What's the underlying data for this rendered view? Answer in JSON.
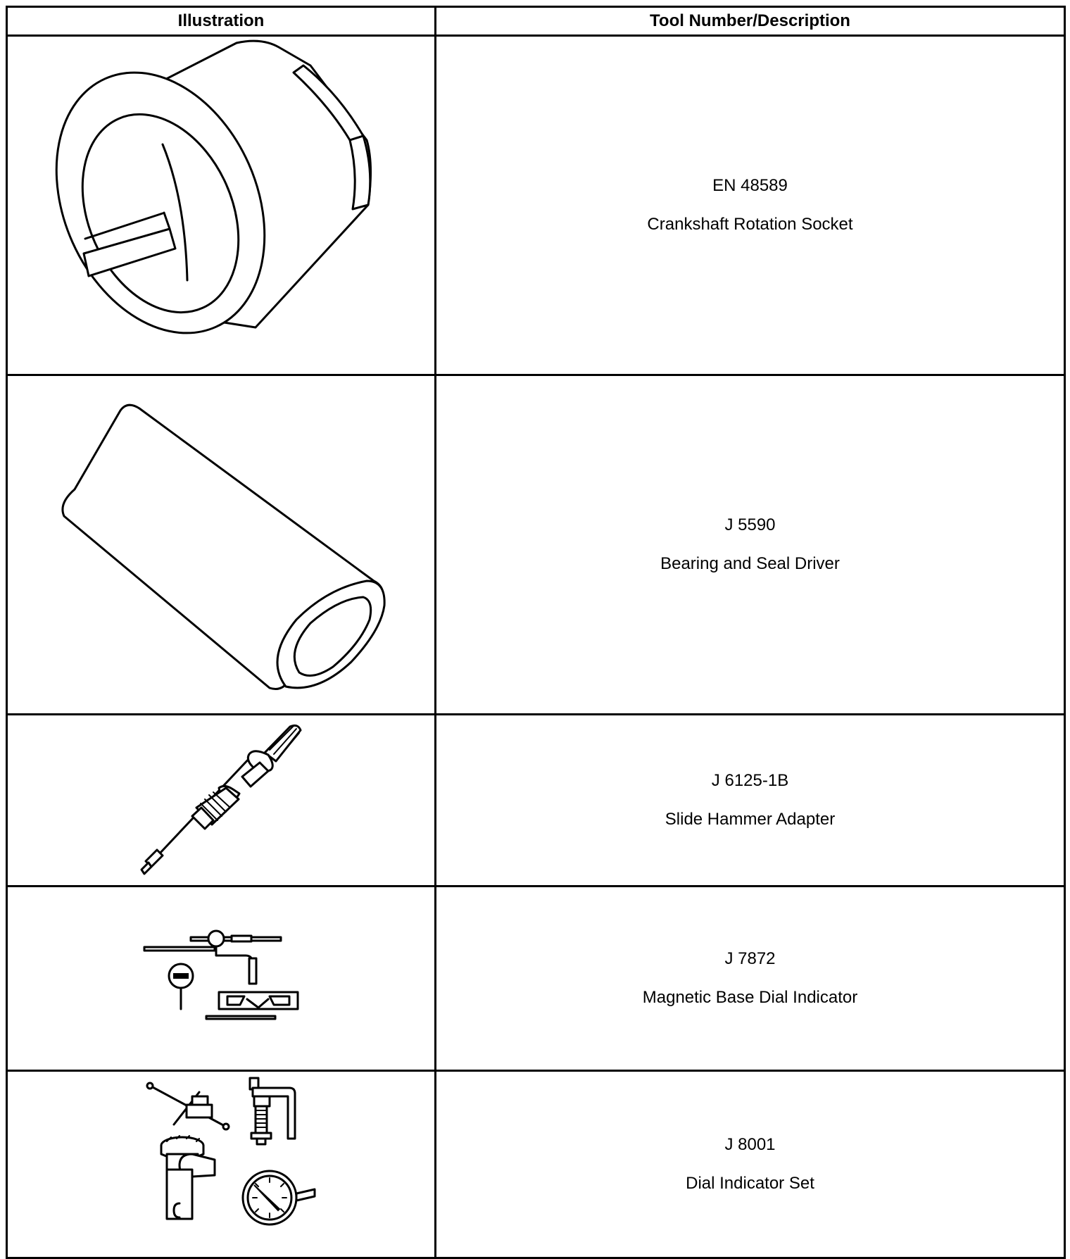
{
  "table": {
    "headers": {
      "illustration": "Illustration",
      "description": "Tool Number/Description"
    },
    "rows": [
      {
        "tool_number": "EN 48589",
        "description": "Crankshaft Rotation Socket",
        "illustration_icon": "crankshaft-rotation-socket-icon"
      },
      {
        "tool_number": "J 5590",
        "description": "Bearing and Seal Driver",
        "illustration_icon": "bearing-seal-driver-icon"
      },
      {
        "tool_number": "J 6125-1B",
        "description": "Slide Hammer Adapter",
        "illustration_icon": "slide-hammer-adapter-icon"
      },
      {
        "tool_number": "J 7872",
        "description": "Magnetic Base Dial Indicator",
        "illustration_icon": "magnetic-base-dial-indicator-icon"
      },
      {
        "tool_number": "J 8001",
        "description": "Dial Indicator Set",
        "illustration_icon": "dial-indicator-set-icon"
      }
    ]
  }
}
